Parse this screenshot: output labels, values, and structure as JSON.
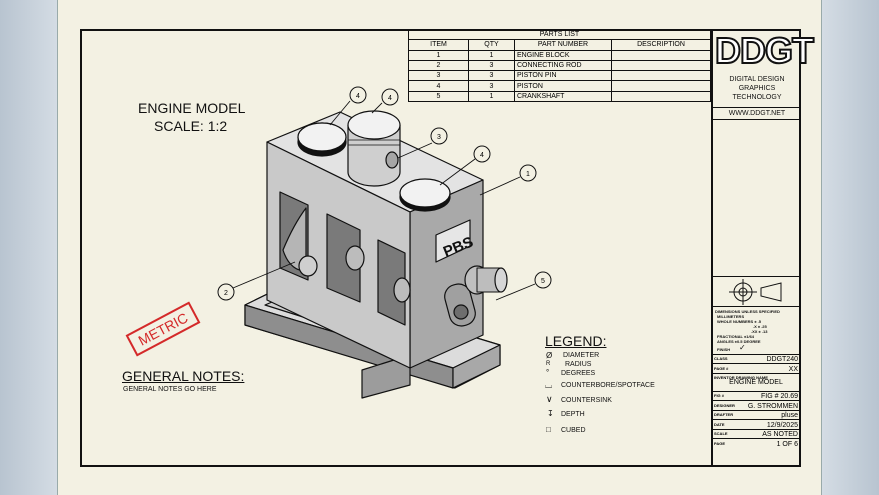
{
  "drawing": {
    "title_line1": "ENGINE MODEL",
    "title_line2": "SCALE: 1:2",
    "stamp": "METRIC",
    "notes_title": "GENERAL NOTES:",
    "notes_text": "GENERAL NOTES GO HERE",
    "block_logo_text": "PBS",
    "balloons": [
      "4",
      "4",
      "3",
      "4",
      "1",
      "2",
      "5"
    ]
  },
  "parts_list": {
    "title": "PARTS LIST",
    "headers": [
      "ITEM",
      "QTY",
      "PART NUMBER",
      "DESCRIPTION"
    ],
    "rows": [
      [
        "1",
        "1",
        "ENGINE BLOCK",
        ""
      ],
      [
        "2",
        "3",
        "CONNECTING ROD",
        ""
      ],
      [
        "3",
        "3",
        "PISTON PIN",
        ""
      ],
      [
        "4",
        "3",
        "PISTON",
        ""
      ],
      [
        "5",
        "1",
        "CRANKSHAFT",
        ""
      ]
    ]
  },
  "legend": {
    "title": "LEGEND:",
    "items": [
      {
        "symbol": "Ø",
        "label": "DIAMETER"
      },
      {
        "symbol": "R",
        "label": "RADIUS"
      },
      {
        "symbol": "°",
        "label": "DEGREES"
      },
      {
        "symbol": "⌴",
        "label": "COUNTERBORE/SPOTFACE"
      },
      {
        "symbol": "∨",
        "label": "COUNTERSINK"
      },
      {
        "symbol": "↧",
        "label": "DEPTH"
      },
      {
        "symbol": "□",
        "label": "CUBED"
      }
    ]
  },
  "title_block": {
    "logo": "DDGT",
    "company_line1": "DIGITAL DESIGN",
    "company_line2": "GRAPHICS",
    "company_line3": "TECHNOLOGY",
    "website": "WWW.DDGT.NET",
    "tolerance_heading": "DIMENSIONS UNLESS SPECIFIED",
    "tolerance_lines": [
      "MILLIMETERS",
      "WHOLE NUMBERS ± .5",
      ".X ± .25",
      ".XX ± .13",
      "FRACTIONAL ±1/64",
      "ANGLES ±0.5 DEGREE"
    ],
    "finish_label": "FINISH",
    "fields": [
      {
        "label": "CLASS",
        "value": "DDGT240"
      },
      {
        "label": "PAGE #",
        "value": "XX"
      },
      {
        "label": "INVENTOR DRAWING NAME",
        "value": "ENGINE MODEL"
      },
      {
        "label": "FIG #",
        "value": "FIG # 20.69"
      },
      {
        "label": "DESIGNER",
        "value": "G. STROMMEN"
      },
      {
        "label": "DRAFTER",
        "value": "pluse"
      },
      {
        "label": "DATE",
        "value": "12/9/2025"
      },
      {
        "label": "SCALE",
        "value": "AS NOTED"
      },
      {
        "label": "PAGE",
        "value": "1 OF 6"
      }
    ]
  },
  "colors": {
    "paper": "#f3f1e3",
    "ink": "#111111",
    "stamp": "#d42a2a",
    "part_face": "#d9d9d9",
    "part_side": "#9a9a9a"
  }
}
